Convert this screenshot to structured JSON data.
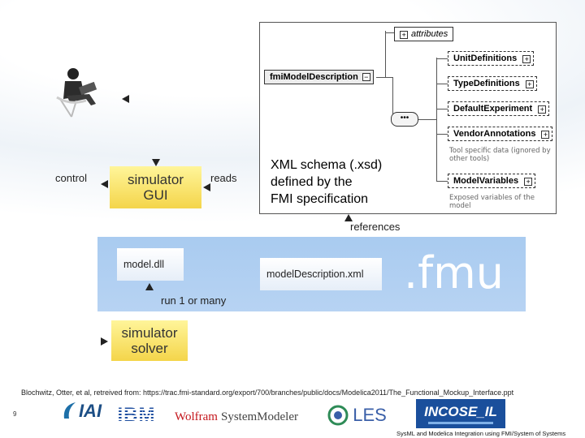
{
  "schema": {
    "attributes": "attributes",
    "root": "fmiModelDescription",
    "children": [
      "UnitDefinitions",
      "TypeDefinitions",
      "DefaultExperiment",
      "VendorAnnotations",
      "ModelVariables"
    ],
    "vendor_note": "Tool specific data (ignored by other tools)",
    "variables_note": "Exposed variables of the model",
    "caption_lines": [
      "XML schema (.xsd)",
      "defined by the",
      "FMI specification"
    ]
  },
  "labels": {
    "control": "control",
    "reads": "reads",
    "references": "references",
    "run": "run 1 or many"
  },
  "gui_box": [
    "simulator",
    "GUI"
  ],
  "solver_box": [
    "simulator",
    "solver"
  ],
  "fmu": {
    "dll": "model.dll",
    "xml": "modelDescription.xml",
    "ext": ".fmu"
  },
  "reference_text": "Blochwitz, Otter, et al, retreived from: https://trac.fmi-standard.org/export/700/branches/public/docs/Modelica2011/The_Functional_Mockup_Interface.ppt",
  "page_number": "9",
  "footer": "SysML and Modelica Integration using FMI/System of Systems",
  "logos": {
    "iai": "IAI",
    "ibm": "IBM",
    "wolfram": "Wolfram",
    "systemmodeler": "SystemModeler",
    "les": "LES",
    "incose": "INCOSE_IL"
  },
  "colors": {
    "fmu_band": "#a9cbf0",
    "yellow": "#f4d54a",
    "incose_blue": "#1a4f9c"
  }
}
